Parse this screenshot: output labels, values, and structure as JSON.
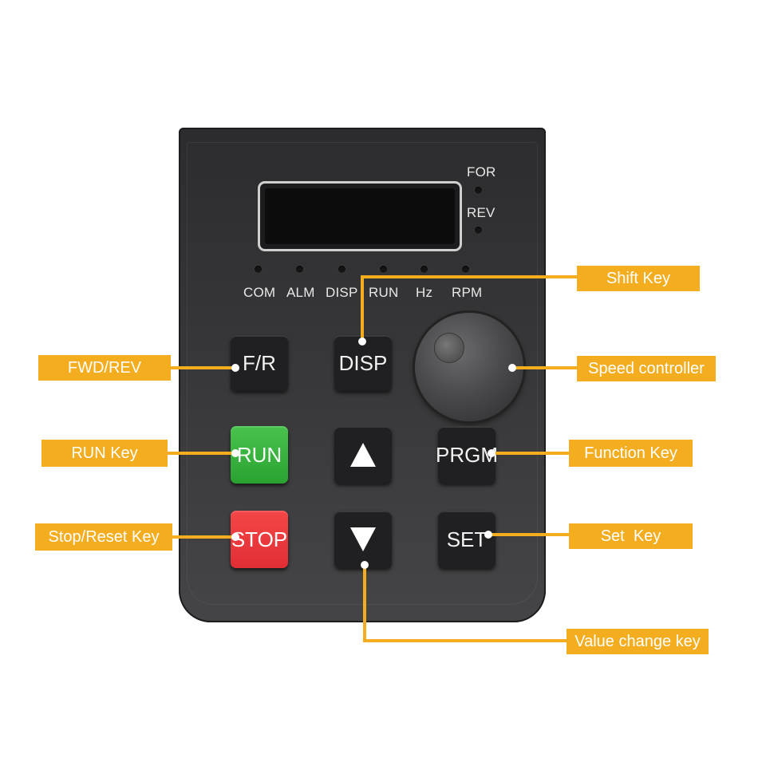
{
  "indicators": {
    "top": [
      {
        "label": "FOR"
      },
      {
        "label": "REV"
      }
    ],
    "row": [
      {
        "label": "COM"
      },
      {
        "label": "ALM"
      },
      {
        "label": "DISP"
      },
      {
        "label": "RUN"
      },
      {
        "label": "Hz"
      },
      {
        "label": "RPM"
      }
    ]
  },
  "keys": {
    "fr": "F/R",
    "disp": "DISP",
    "run": "RUN",
    "prgm": "PRGM",
    "stop": "STOP",
    "set": "SET",
    "up_icon": "triangle-up-icon",
    "down_icon": "triangle-down-icon"
  },
  "callouts": {
    "shift_key": "Shift Key",
    "fwd_rev": "FWD/REV",
    "speed_controller": "Speed controller",
    "run_key": "RUN Key",
    "function_key": "Function Key",
    "stop_reset_key": "Stop/Reset Key",
    "set_key": "Set  Key",
    "value_change_key": "Value change key"
  },
  "colors": {
    "callout": "#f3ad1f",
    "panel": "#333335",
    "run_key": "#3bb33f",
    "stop_key": "#eb3a3f"
  }
}
